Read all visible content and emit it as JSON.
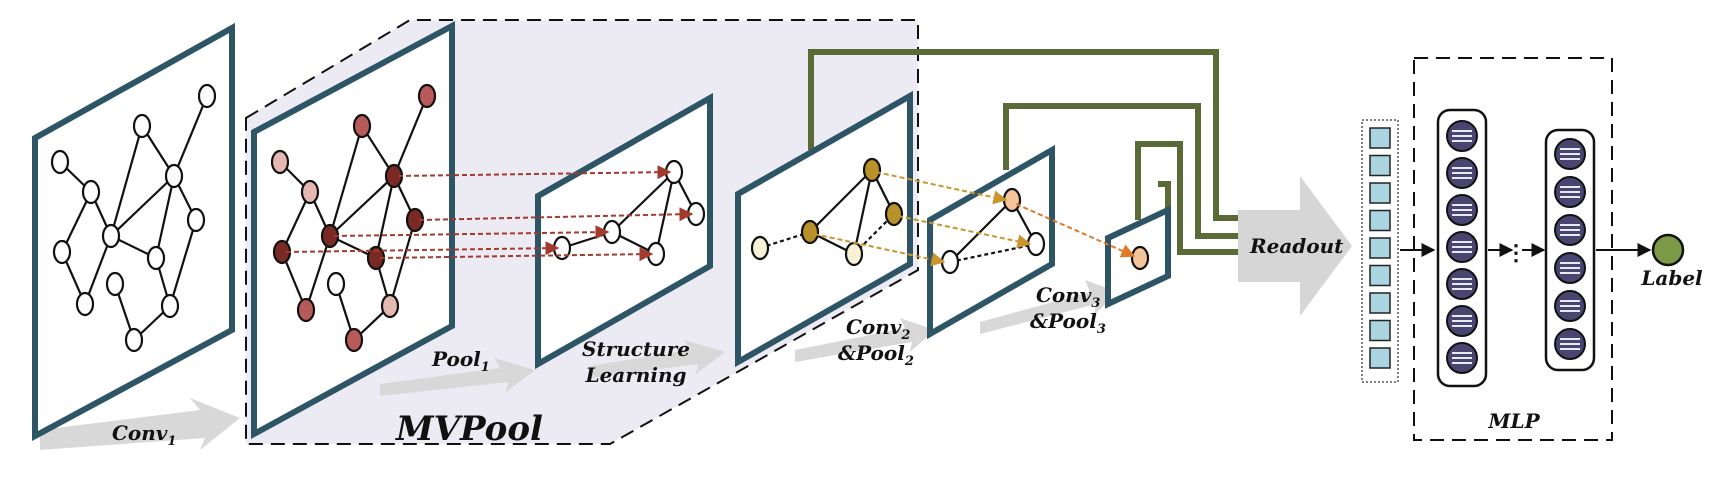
{
  "labels": {
    "conv1": "Conv",
    "conv1_sub": "1",
    "mvpool": "MVPool",
    "pool1": "Pool",
    "pool1_sub": "1",
    "structure_line1": "Structure",
    "structure_line2": "Learning",
    "conv2": "Conv",
    "conv2_sub": "2",
    "pool2": "&Pool",
    "pool2_sub": "2",
    "conv3": "Conv",
    "conv3_sub": "3",
    "pool3": "&Pool",
    "pool3_sub": "3",
    "readout": "Readout",
    "mlp": "MLP",
    "output": "Label",
    "ellipsis": "⋮"
  },
  "colors": {
    "frame": "#2e5566",
    "skip_connection": "#5a6b38",
    "mvpool_region": "#ecebf3",
    "flow_arrow": "#d6d6d6",
    "node_dark": "#7a2a24",
    "node_medium": "#b85a5a",
    "node_light": "#e5b7b1",
    "node_gold": "#b8912a",
    "node_cream": "#f8f1d8",
    "node_orange": "#f4c49a",
    "pool_arrow_red": "#a33a2e",
    "pool_arrow_gold": "#c9962e",
    "pool_arrow_orange": "#e07a28",
    "feature_cell": "#a9d4e0",
    "neuron": "#4a4470",
    "output_node": "#7c9a48"
  }
}
